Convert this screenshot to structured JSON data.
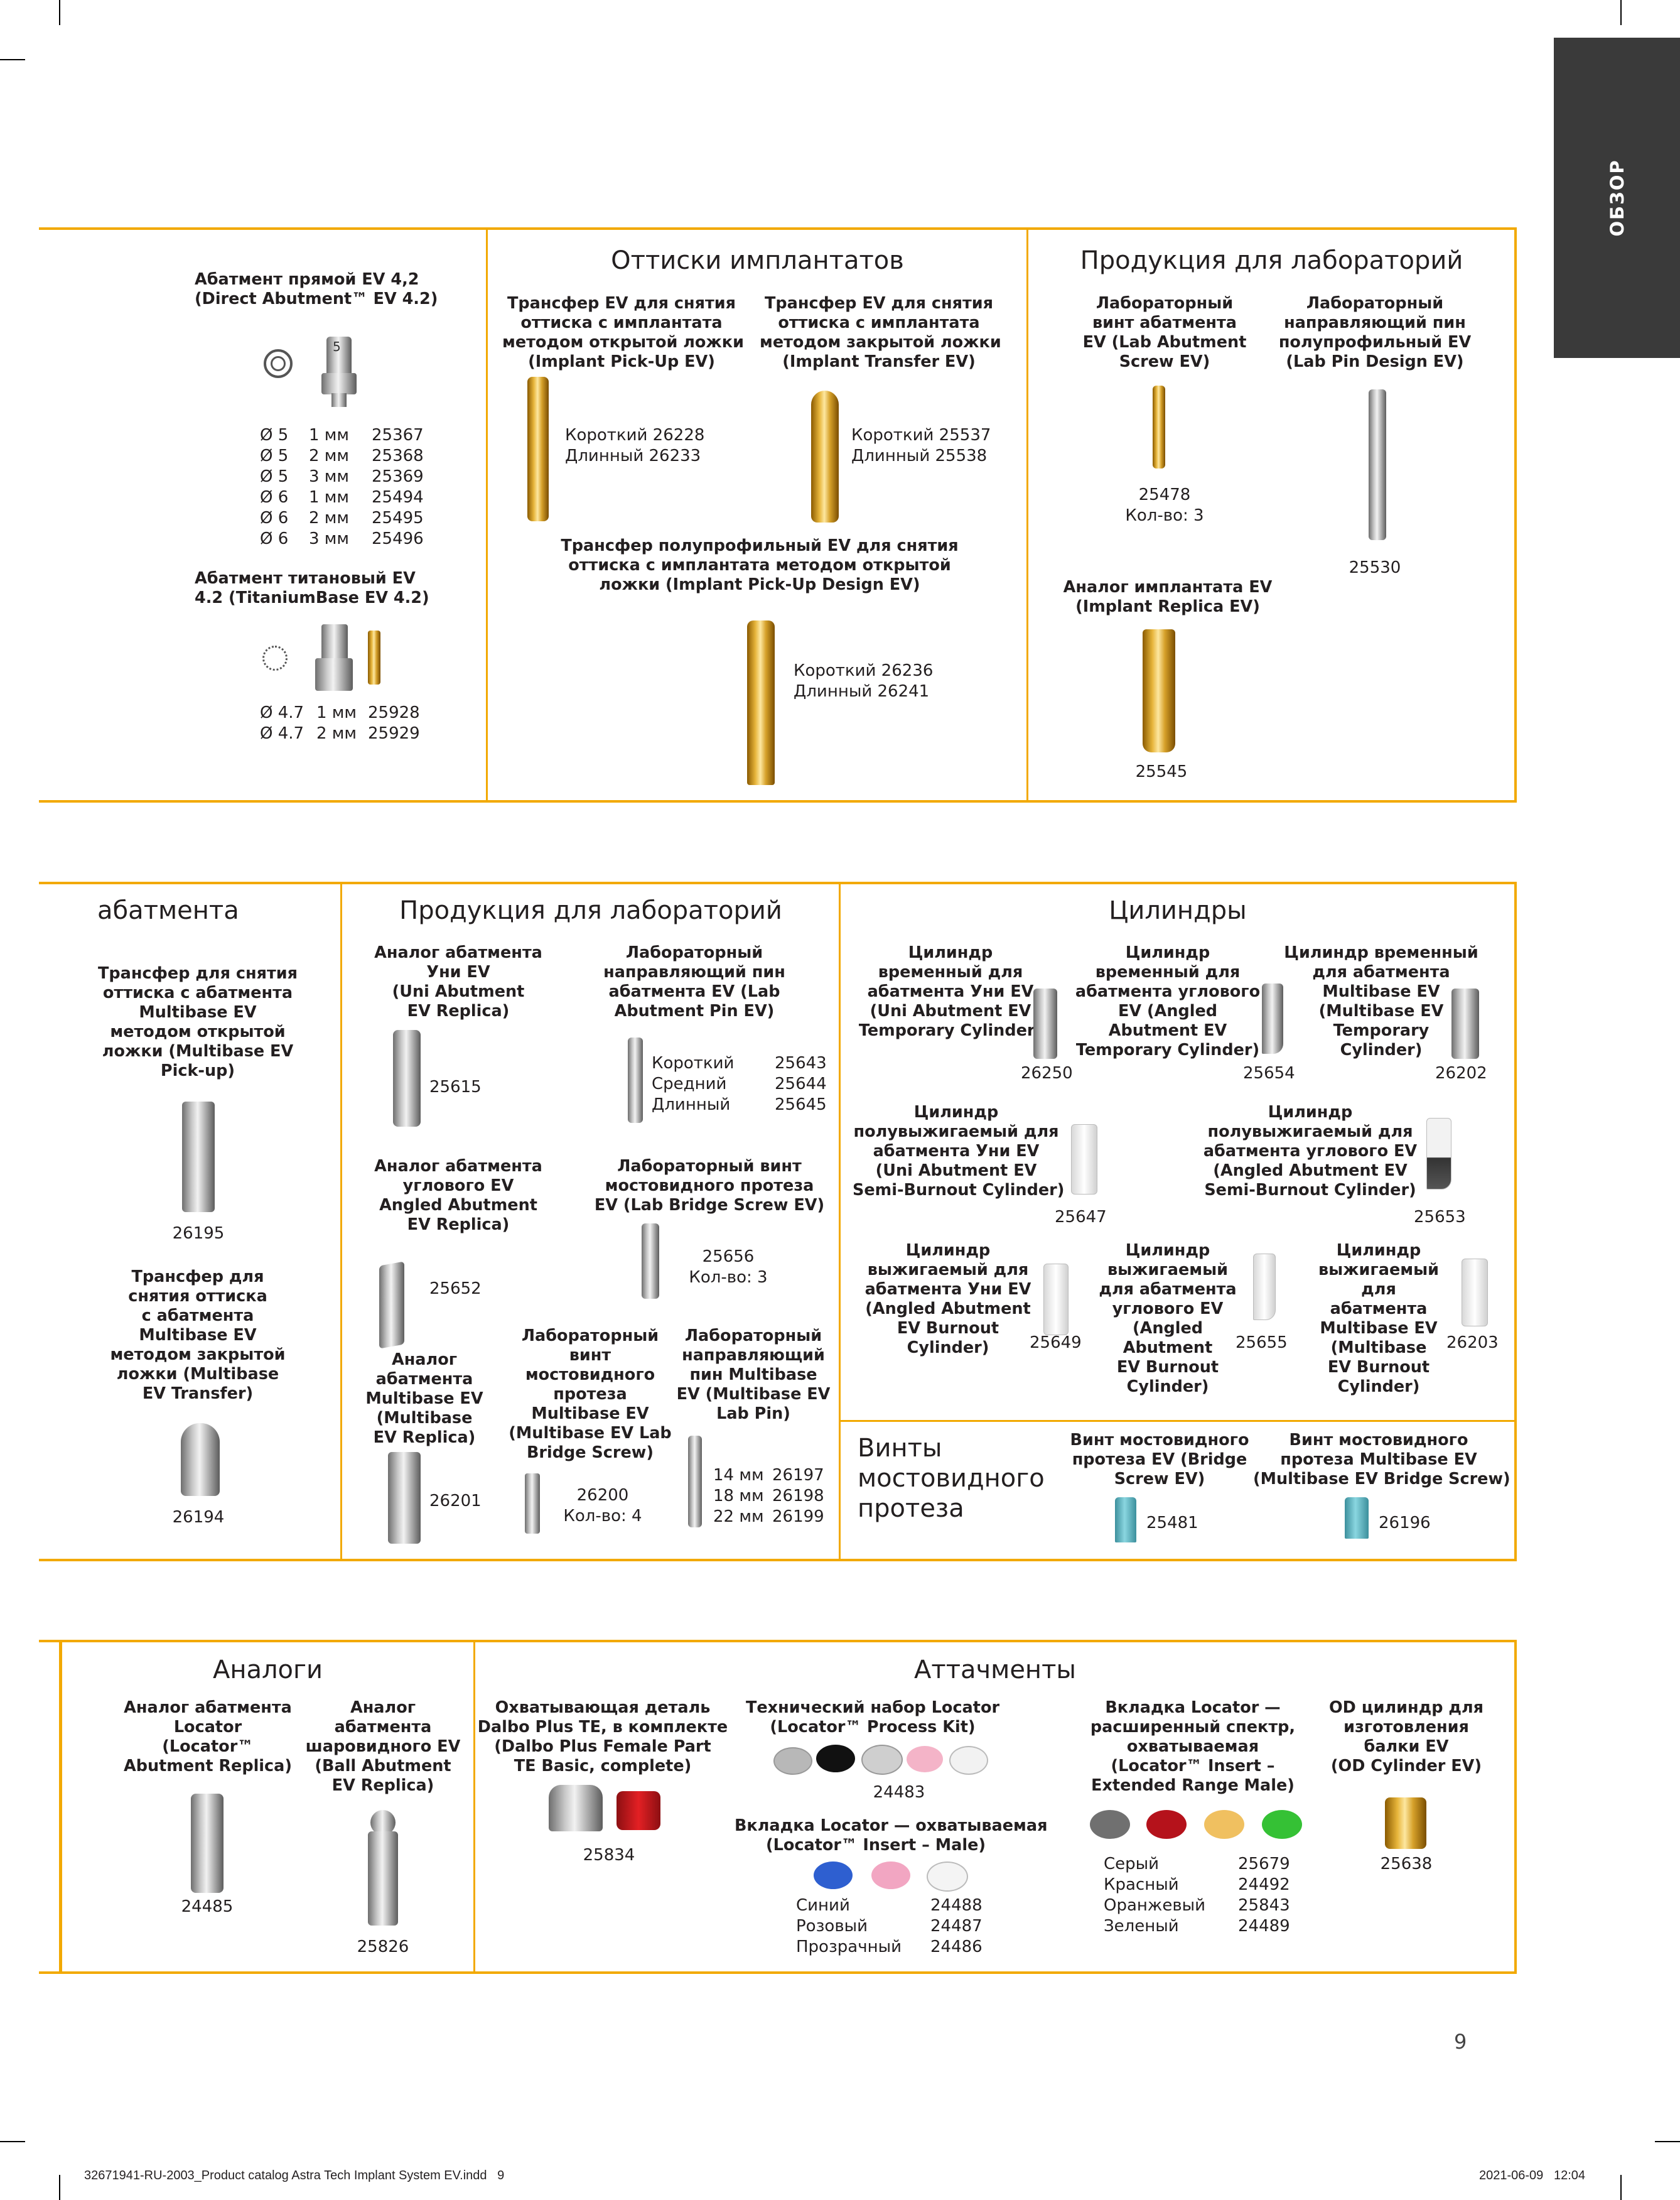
{
  "side_tab": "ОБЗОР",
  "page_number": "9",
  "footer": {
    "file": "32671941-RU-2003_Product catalog Astra Tech Implant System EV.indd   9",
    "date": "2021-06-09   12:04"
  },
  "s1": {
    "direct_title": [
      "Абатмент прямой EV 4,2",
      "(Direct Abutment™ EV 4.2)"
    ],
    "direct_badge": "5",
    "direct_rows": [
      [
        "Ø 5",
        "1 мм",
        "25367"
      ],
      [
        "Ø 5",
        "2 мм",
        "25368"
      ],
      [
        "Ø 5",
        "3 мм",
        "25369"
      ],
      [
        "Ø 6",
        "1 мм",
        "25494"
      ],
      [
        "Ø 6",
        "2 мм",
        "25495"
      ],
      [
        "Ø 6",
        "3 мм",
        "25496"
      ]
    ],
    "ti_title": [
      "Абатмент титановый EV",
      "4.2 (TitaniumBase EV 4.2)"
    ],
    "ti_rows": [
      [
        "Ø 4.7",
        "1 мм",
        "25928"
      ],
      [
        "Ø 4.7",
        "2 мм",
        "25929"
      ]
    ],
    "impr_heading": "Оттиски имплантатов",
    "pickup_title": [
      "Трансфер EV для снятия",
      "оттиска с имплантата",
      "методом открытой ложки",
      "(Implant Pick-Up EV)"
    ],
    "pickup_codes": [
      "Короткий 26228",
      "Длинный 26233"
    ],
    "transfer_title": [
      "Трансфер EV для снятия",
      "оттиска с имплантата",
      "методом закрытой ложки",
      "(Implant Transfer EV)"
    ],
    "transfer_codes": [
      "Короткий 25537",
      "Длинный 25538"
    ],
    "design_title": [
      "Трансфер полупрофильный EV для снятия",
      "оттиска с имплантата методом открытой",
      "ложки (Implant Pick-Up Design EV)"
    ],
    "design_codes": [
      "Короткий 26236",
      "Длинный 26241"
    ],
    "lab_heading": "Продукция для лабораторий",
    "screw_title": [
      "Лабораторный",
      "винт абатмента",
      "EV (Lab Abutment",
      "Screw EV)"
    ],
    "screw_codes": [
      "25478",
      "Кол-во: 3"
    ],
    "pin_title": [
      "Лабораторный",
      "направляющий пин",
      "полупрофильный EV",
      "(Lab Pin Design EV)"
    ],
    "pin_code": "25530",
    "replica_title": [
      "Аналог имплантата EV",
      "(Implant Replica EV)"
    ],
    "replica_code": "25545"
  },
  "s2": {
    "mb_heading": "абатмента",
    "mb_pickup_title": [
      "Трансфер для снятия",
      "оттиска с абатмента",
      "Multibase EV",
      "методом открытой",
      "ложки (Multibase EV",
      "Pick-up)"
    ],
    "mb_pickup_code": "26195",
    "mb_transfer_title": [
      "Трансфер для",
      "снятия оттиска",
      "с абатмента",
      "Multibase EV",
      "методом закрытой",
      "ложки (Multibase",
      "EV Transfer)"
    ],
    "mb_transfer_code": "26194",
    "lab_heading": "Продукция для лабораторий",
    "uni_replica_title": [
      "Аналог абатмента",
      "Уни EV",
      "(Uni Abutment",
      "EV Replica)"
    ],
    "uni_replica_code": "25615",
    "lab_pin_title": [
      "Лабораторный",
      "направляющий пин",
      "абатмента EV (Lab",
      "Abutment Pin EV)"
    ],
    "lab_pin_rows": [
      [
        "Короткий",
        "25643"
      ],
      [
        "Средний",
        "25644"
      ],
      [
        "Длинный",
        "25645"
      ]
    ],
    "angled_replica_title": [
      "Аналог абатмента",
      "углового EV",
      "Angled Abutment",
      "EV Replica)"
    ],
    "angled_replica_code": "25652",
    "bridge_screw_title": [
      "Лабораторный винт",
      "мостовидного протеза",
      "EV (Lab Bridge Screw EV)"
    ],
    "bridge_screw_codes": [
      "25656",
      "Кол-во: 3"
    ],
    "mb_replica_title": [
      "Аналог",
      "абатмента",
      "Multibase EV",
      "(Multibase",
      "EV Replica)"
    ],
    "mb_replica_code": "26201",
    "mb_lab_screw_title": [
      "Лабораторный",
      "винт",
      "мостовидного",
      "протеза",
      "Multibase EV",
      "(Multibase EV Lab",
      "Bridge Screw)"
    ],
    "mb_lab_screw_codes": [
      "26200",
      "Кол-во: 4"
    ],
    "mb_lab_pin_title": [
      "Лабораторный",
      "направляющий",
      "пин Multibase",
      "EV (Multibase EV",
      "Lab Pin)"
    ],
    "mb_lab_pin_rows": [
      [
        "14 мм",
        "26197"
      ],
      [
        "18 мм",
        "26198"
      ],
      [
        "22 мм",
        "26199"
      ]
    ],
    "cyl_heading": "Цилиндры",
    "cyl1_title": [
      "Цилиндр",
      "временный для",
      "абатмента Уни EV",
      "(Uni Abutment EV",
      "Temporary Cylinder)"
    ],
    "cyl1_code": "26250",
    "cyl2_title": [
      "Цилиндр",
      "временный для",
      "абатмента углового",
      "EV (Angled",
      "Abutment EV",
      "Temporary Cylinder)"
    ],
    "cyl2_code": "25654",
    "cyl3_title": [
      "Цилиндр временный",
      "для абатмента",
      "Multibase EV",
      "(Multibase EV",
      "Temporary",
      "Cylinder)"
    ],
    "cyl3_code": "26202",
    "cyl4_title": [
      "Цилиндр",
      "полувыжигаемый для",
      "абатмента Уни EV",
      "(Uni Abutment EV",
      "Semi-Burnout Cylinder)"
    ],
    "cyl4_code": "25647",
    "cyl5_title": [
      "Цилиндр",
      "полувыжигаемый для",
      "абатмента углового EV",
      "(Angled Abutment EV",
      "Semi-Burnout Cylinder)"
    ],
    "cyl5_code": "25653",
    "cyl6_title": [
      "Цилиндр",
      "выжигаемый для",
      "абатмента Уни EV",
      "(Angled Abutment",
      "EV Burnout",
      "Cylinder)"
    ],
    "cyl6_code": "25649",
    "cyl7_title": [
      "Цилиндр",
      "выжигаемый",
      "для абатмента",
      "углового EV",
      "(Angled",
      "Abutment",
      "EV Burnout",
      "Cylinder)"
    ],
    "cyl7_code": "25655",
    "cyl8_title": [
      "Цилиндр",
      "выжигаемый",
      "для",
      "абатмента",
      "Multibase EV",
      "(Multibase",
      "EV Burnout",
      "Cylinder)"
    ],
    "cyl8_code": "26203",
    "screws_heading": [
      "Винты",
      "мостовидного",
      "протеза"
    ],
    "bs_title": [
      "Винт мостовидного",
      "протеза EV (Bridge",
      "Screw EV)"
    ],
    "bs_code": "25481",
    "mbs_title": [
      "Винт мостовидного",
      "протеза Multibase EV",
      "(Multibase EV Bridge Screw)"
    ],
    "mbs_code": "26196"
  },
  "s3": {
    "analog_heading": "Аналоги",
    "loc_analog_title": [
      "Аналог абатмента",
      "Locator",
      "(Locator™",
      "Abutment Replica)"
    ],
    "loc_analog_code": "24485",
    "ball_title": [
      "Аналог",
      "абатмента",
      "шаровидного EV",
      "(Ball Abutment",
      "EV Replica)"
    ],
    "ball_code": "25826",
    "att_heading": "Аттачменты",
    "dalbo_title": [
      "Охватывающая деталь",
      "Dalbo Plus TE, в комплекте",
      "(Dalbo Plus Female Part",
      "TE Basic, complete)"
    ],
    "dalbo_code": "25834",
    "kit_title": [
      "Технический набор Locator",
      "(Locator™ Process Kit)"
    ],
    "kit_code": "24483",
    "male_title": [
      "Вкладка Locator — охватываемая",
      "(Locator™ Insert – Male)"
    ],
    "male_rows": [
      [
        "Синий",
        "24488"
      ],
      [
        "Розовый",
        "24487"
      ],
      [
        "Прозрачный",
        "24486"
      ]
    ],
    "ext_title": [
      "Вкладка Locator —",
      "расширенный спектр,",
      "охватываемая",
      "(Locator™ Insert –",
      "Extended Range Male)"
    ],
    "ext_rows": [
      [
        "Серый",
        "25679"
      ],
      [
        "Красный",
        "24492"
      ],
      [
        "Оранжевый",
        "25843"
      ],
      [
        "Зеленый",
        "24489"
      ]
    ],
    "od_title": [
      "OD цилиндр для",
      "изготовления",
      "балки EV",
      "(OD Cylinder EV)"
    ],
    "od_code": "25638"
  }
}
